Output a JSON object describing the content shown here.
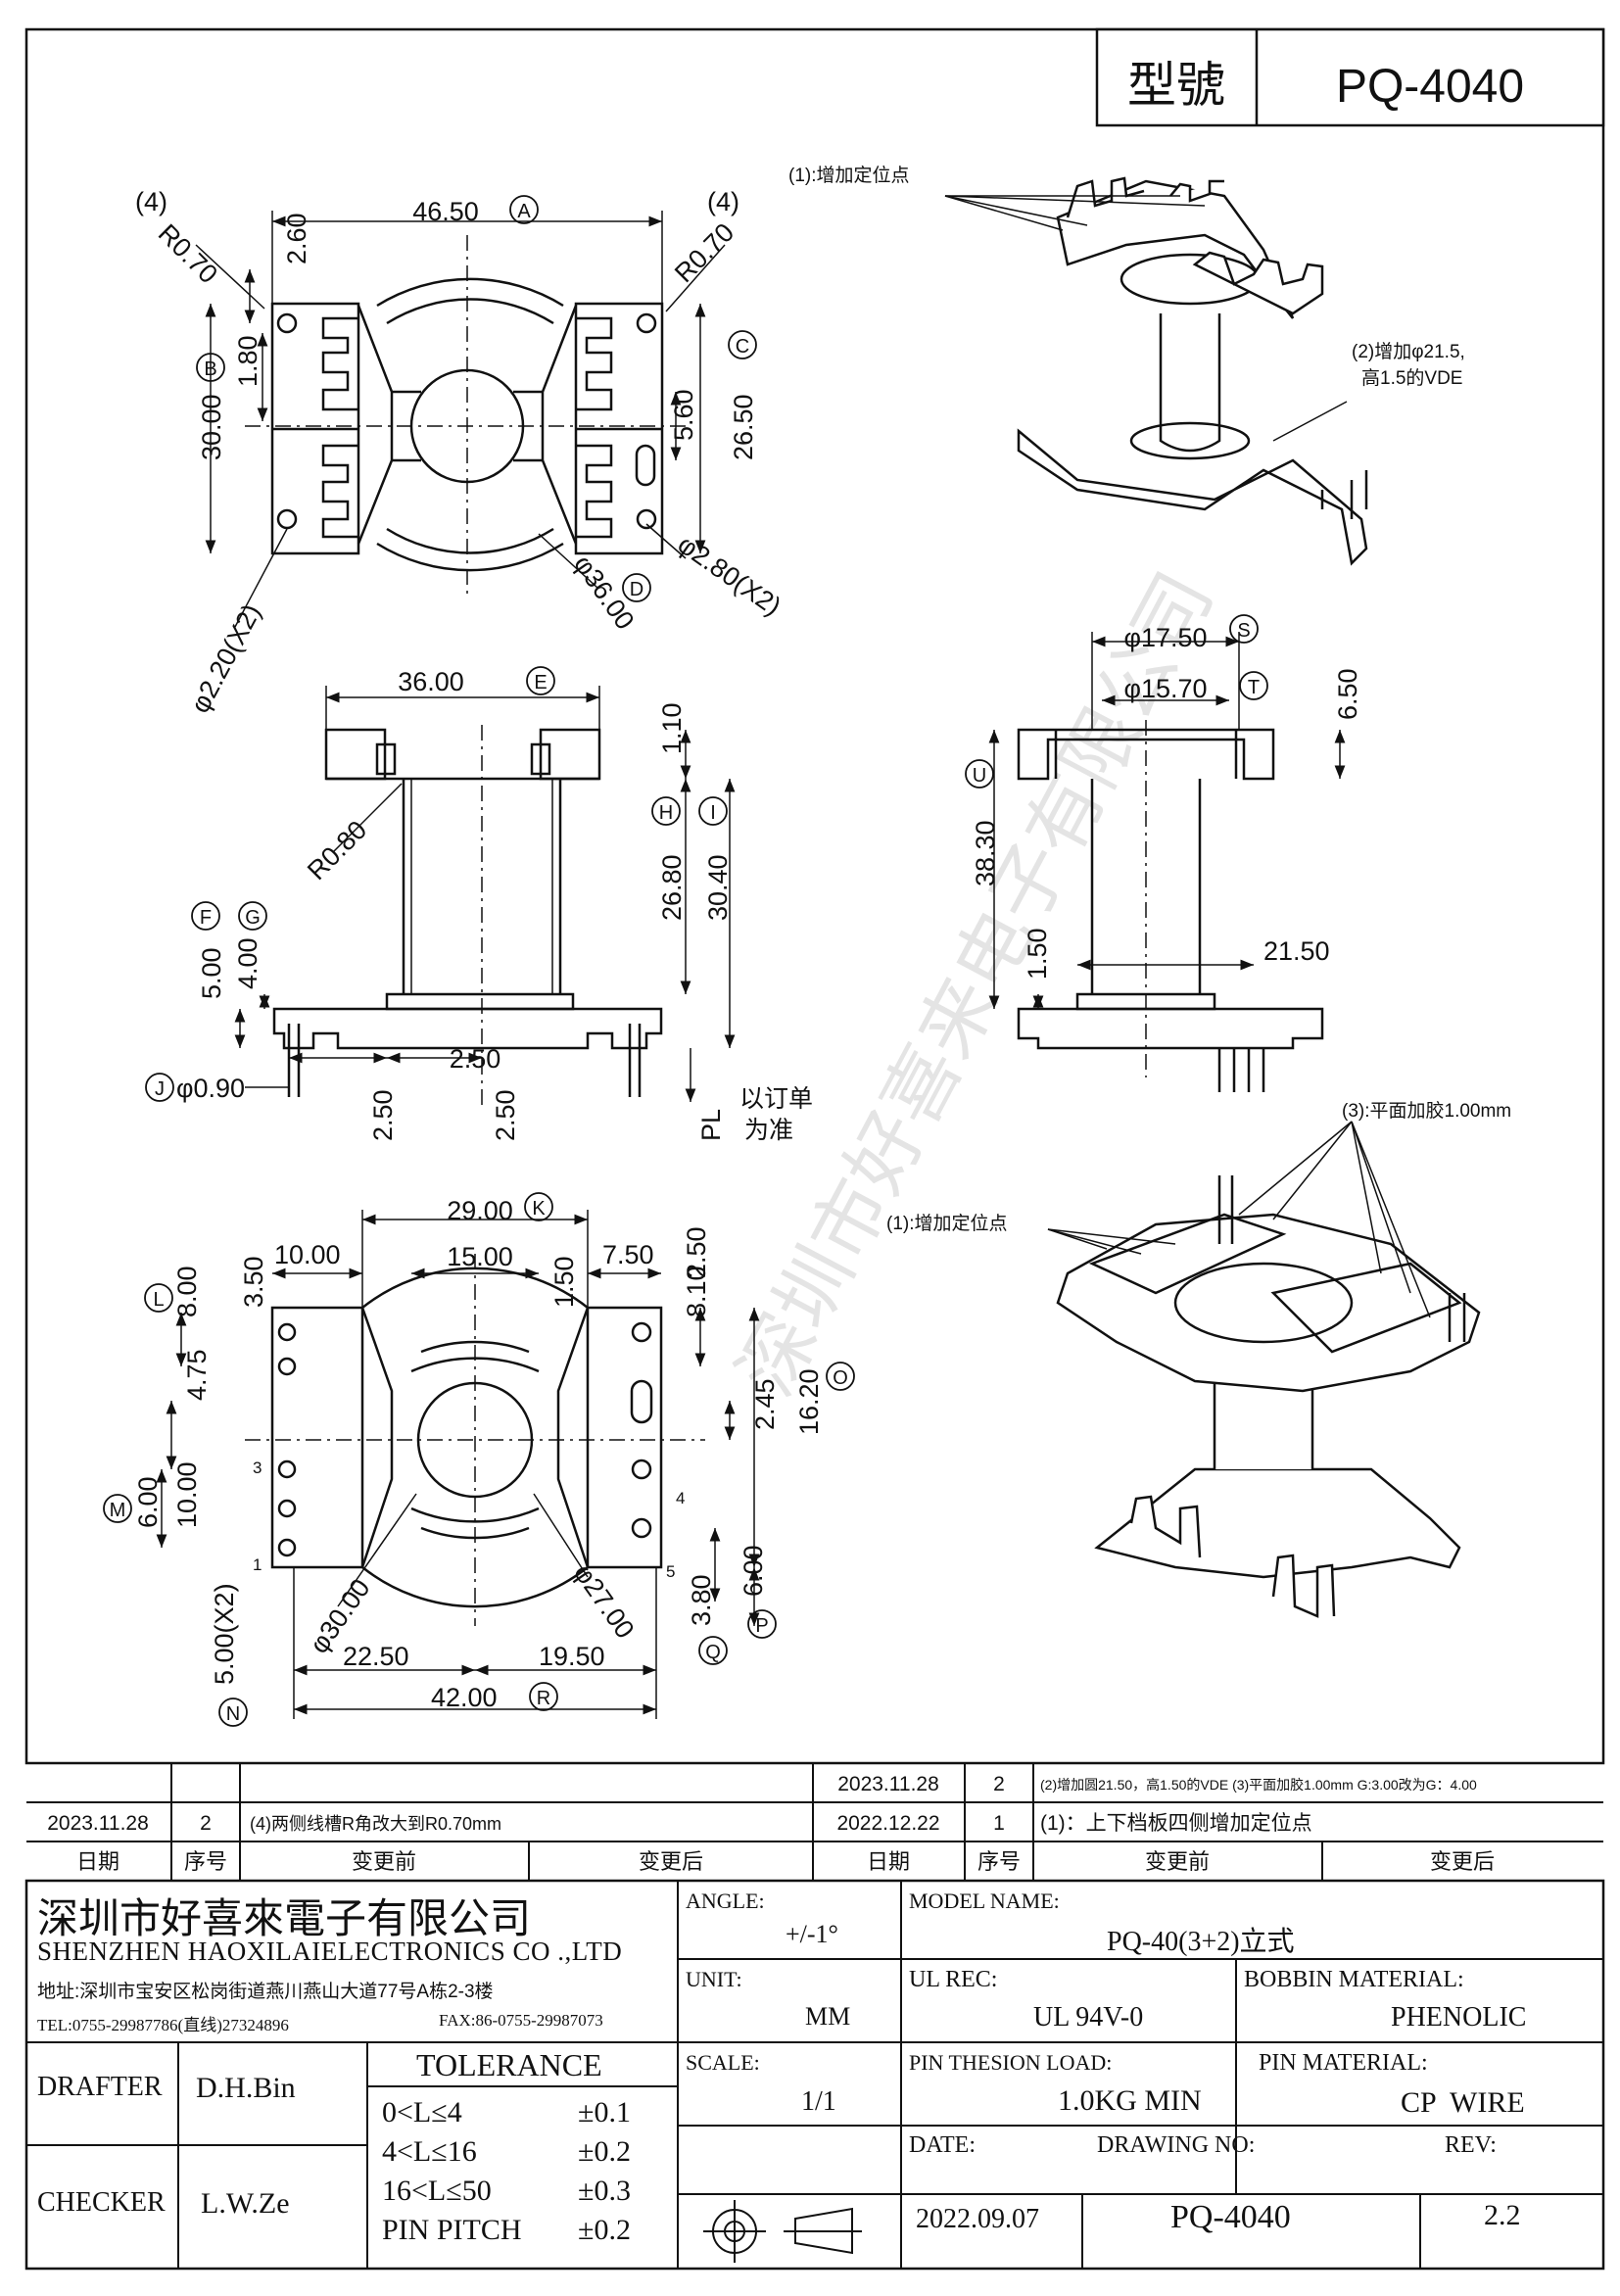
{
  "header": {
    "type_label": "型號",
    "model": "PQ-4040"
  },
  "notes": {
    "n1_top": "(1):增加定位点",
    "n2_line1": "(2)增加φ21.5,",
    "n2_line2": "高1.5的VDE",
    "n3": "(3):平面加胶1.00mm",
    "n1_bottom": "(1):增加定位点",
    "pl_text_1": "以订单",
    "pl_text_2": "为准"
  },
  "dims": {
    "top": {
      "w46": "46.50",
      "A": "A",
      "r070_l": "R0.70",
      "r070_r": "R0.70",
      "q4_l": "(4)",
      "q4_r": "(4)",
      "d260": "2.60",
      "d180": "1.80",
      "B": "B",
      "d3000": "30.00",
      "d560": "5.60",
      "d2650": "26.50",
      "C": "C",
      "d36": "φ36.00",
      "D": "D",
      "d280": "φ2.80(X2)",
      "d220": "φ2.20(X2)"
    },
    "front": {
      "d3600": "36.00",
      "E": "E",
      "d110": "1.10",
      "r080": "R0.80",
      "d2680": "26.80",
      "H": "H",
      "d3040": "30.40",
      "I": "I",
      "d500": "5.00",
      "F": "F",
      "d400": "4.00",
      "G": "G",
      "d090": "φ0.90",
      "J": "J",
      "d250a": "2.50",
      "d250b": "2.50",
      "d250c": "2.50",
      "pl": "PL"
    },
    "side": {
      "d1750": "φ17.50",
      "S": "S",
      "d1570": "φ15.70",
      "T": "T",
      "d650": "6.50",
      "d3830": "38.30",
      "U": "U",
      "d150": "1.50",
      "d2150": "21.50"
    },
    "bottom": {
      "d2900": "29.00",
      "K": "K",
      "d1000": "10.00",
      "d350": "3.50",
      "d1500": "15.00",
      "d150": "1.50",
      "d750": "7.50",
      "d250": "2.50",
      "d810": "8.10",
      "d800": "8.00",
      "L": "L",
      "d475": "4.75",
      "d245": "2.45",
      "d1620": "16.20",
      "O": "O",
      "d600": "6.00",
      "M": "M",
      "d1000v": "10.00",
      "d500x2": "5.00(X2)",
      "d380": "3.80",
      "Q": "Q",
      "d600b": "6.00",
      "P": "P",
      "d3000": "φ30.00",
      "d2700": "φ27.00",
      "d2250": "22.50",
      "d1950": "19.50",
      "d4200": "42.00",
      "R": "R",
      "N": "N",
      "p1": "1",
      "p3": "3",
      "p4": "4",
      "p5": "5"
    }
  },
  "watermark": "深圳市好喜来电子有限公司",
  "revisions": {
    "r_top_date": "2023.11.28",
    "r_top_no": "2",
    "r_top_text": "(2)增加圆21.50，高1.50的VDE  (3)平面加胶1.00mm  G:3.00改为G：4.00",
    "l_date": "2023.11.28",
    "l_no": "2",
    "l_text": "(4)两侧线槽R角改大到R0.70mm",
    "r2_date": "2022.12.22",
    "r2_no": "1",
    "r2_text": "(1)：上下档板四侧增加定位点",
    "h_date": "日期",
    "h_no": "序号",
    "h_before": "变更前",
    "h_after": "变更后"
  },
  "title_block": {
    "company_cn": "深圳市好喜來電子有限公司",
    "company_en": "SHENZHEN HAOXILAIELECTRONICS CO .,LTD",
    "address": "地址:深圳市宝安区松岗街道燕川燕山大道77号A栋2-3楼",
    "tel": "TEL:0755-29987786(直线)27324896",
    "fax": "FAX:86-0755-29987073",
    "angle_label": "ANGLE:",
    "angle": "+/-1°",
    "model_label": "MODEL NAME:",
    "model_name": "PQ-40(3+2)立式",
    "unit_label": "UNIT:",
    "unit": "MM",
    "ul_label": "UL REC:",
    "ul": "UL 94V-0",
    "bobbin_label": "BOBBIN MATERIAL:",
    "bobbin": "PHENOLIC",
    "drafter_label": "DRAFTER",
    "drafter": "D.H.Bin",
    "checker_label": "CHECKER",
    "checker": "L.W.Ze",
    "tol_title": "TOLERANCE",
    "tol1_range": "0<L≤4",
    "tol1": "±0.1",
    "tol2_range": "4<L≤16",
    "tol2": "±0.2",
    "tol3_range": "16<L≤50",
    "tol3": "±0.3",
    "tol4_range": "PIN PITCH",
    "tol4": "±0.2",
    "scale_label": "SCALE:",
    "scale": "1/1",
    "pinload_label": "PIN THESION LOAD:",
    "pinload": "1.0KG MIN",
    "pinmat_label": "PIN MATERIAL:",
    "pinmat": "CP  WIRE",
    "date_label": "DATE:",
    "date": "2022.09.07",
    "dwg_label": "DRAWING NO:",
    "dwg": "PQ-4040",
    "rev_label": "REV:",
    "rev": "2.2"
  }
}
